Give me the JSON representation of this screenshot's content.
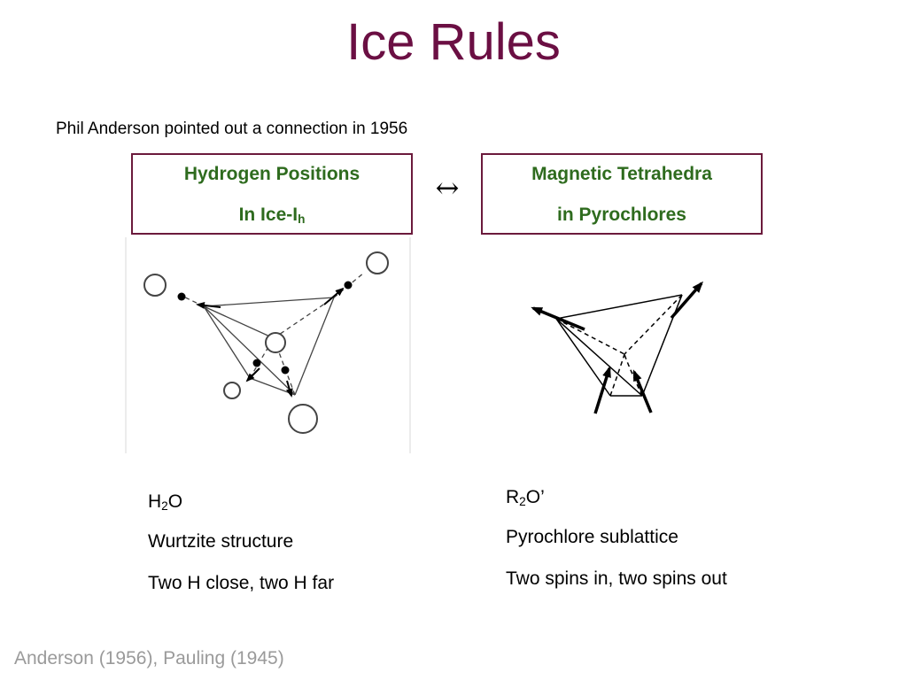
{
  "title": "Ice Rules",
  "intro": "Phil Anderson pointed out a connection in 1956",
  "left_box": {
    "line1": "Hydrogen Positions",
    "line2_main": "In Ice-I",
    "line2_sub": "h"
  },
  "arrow_symbol": "↔",
  "right_box": {
    "line1": "Magnetic Tetrahedra",
    "line2": "in Pyrochlores"
  },
  "left_caption": {
    "formula_part1": "H",
    "formula_sub": "2",
    "formula_part2": "O",
    "structure": "Wurtzite structure",
    "rule": "Two H close, two H far"
  },
  "right_caption": {
    "formula_part1": "R",
    "formula_sub": "2",
    "formula_part2": "O’",
    "structure": "Pyrochlore sublattice",
    "rule": "Two spins in, two spins out"
  },
  "citation": "Anderson (1956), Pauling (1945)",
  "colors": {
    "title": "#6b0f43",
    "box_border": "#6b1a3c",
    "box_text": "#2e6b1e",
    "citation": "#9a9a9a"
  }
}
